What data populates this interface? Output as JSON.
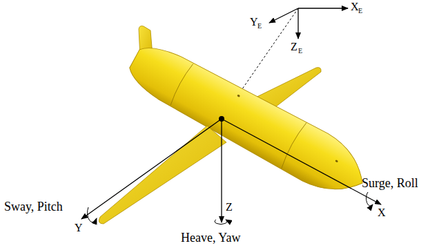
{
  "diagram": {
    "labels": [
      "Y",
      "E",
      "X",
      "E",
      "Z",
      "E",
      "Sway, Pitch",
      "Y",
      "Heave, Yaw",
      "Z",
      "Surge, Roll",
      "X"
    ]
  }
}
